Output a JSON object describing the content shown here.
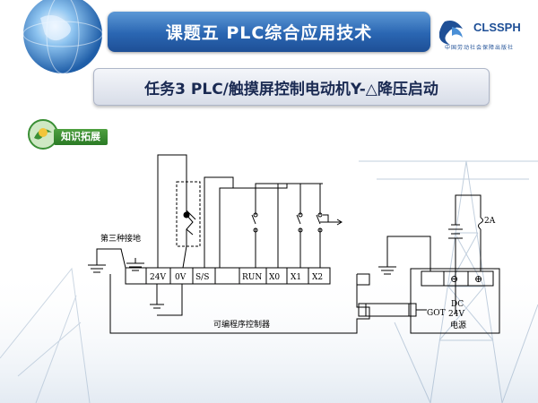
{
  "header": {
    "title": "课题五    PLC综合应用技术",
    "logo_text": "CLSSPH",
    "logo_subtext": "中国劳动社会保障出版社"
  },
  "subtitle": "任务3   PLC/触摸屏控制电动机Y-△降压启动",
  "section_badge": "知识拓展",
  "diagram": {
    "ground_label": "第三种接地",
    "terminals": [
      "24V",
      "0V",
      "S/S",
      "",
      "RUN",
      "X0",
      "X1",
      "X2"
    ],
    "controller_label": "可编程序控制器",
    "got_label": "GOT",
    "fuse_label": "2A",
    "dc_label": "DC",
    "dc_voltage": "24V",
    "power_label": "电源",
    "minus_symbol": "⊖",
    "plus_symbol": "⊕"
  },
  "colors": {
    "title_bar": "#2a66b2",
    "badge": "#3a8f35",
    "subtitle_text": "#1a2a52"
  }
}
